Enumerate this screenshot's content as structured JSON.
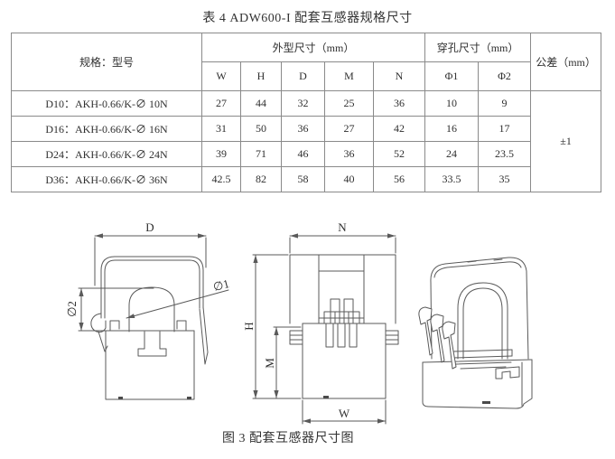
{
  "page": {
    "table_title": "表 4 ADW600-I 配套互感器规格尺寸",
    "figure_caption": "图 3 配套互感器尺寸图"
  },
  "table": {
    "header": {
      "spec_model": "规格：型号",
      "outer_dims": "外型尺寸（mm）",
      "hole_dims": "穿孔尺寸（mm）",
      "tolerance": "公差（mm）",
      "sub_w": "W",
      "sub_h": "H",
      "sub_d": "D",
      "sub_m": "M",
      "sub_n": "N",
      "sub_phi1": "Φ1",
      "sub_phi2": "Φ2"
    },
    "rows": [
      {
        "model": "D10：AKH-0.66/K-∅ 10N",
        "w": "27",
        "h": "44",
        "d": "32",
        "m": "25",
        "n": "36",
        "phi1": "10",
        "phi2": "9"
      },
      {
        "model": "D16：AKH-0.66/K-∅ 16N",
        "w": "31",
        "h": "50",
        "d": "36",
        "m": "27",
        "n": "42",
        "phi1": "16",
        "phi2": "17"
      },
      {
        "model": "D24：AKH-0.66/K-∅ 24N",
        "w": "39",
        "h": "71",
        "d": "46",
        "m": "36",
        "n": "52",
        "phi1": "24",
        "phi2": "23.5"
      },
      {
        "model": "D36：AKH-0.66/K-∅ 36N",
        "w": "42.5",
        "h": "82",
        "d": "58",
        "m": "40",
        "n": "56",
        "phi1": "33.5",
        "phi2": "35"
      }
    ],
    "tolerance_value": "±1"
  },
  "diagram": {
    "labels": {
      "d": "D",
      "phi2": "∅2",
      "phi1": "∅1",
      "n": "N",
      "h": "H",
      "m": "M",
      "w": "W"
    }
  },
  "colors": {
    "line": "#5a5a5a",
    "text": "#2f2f2f",
    "table_border": "#8a8a8a"
  }
}
